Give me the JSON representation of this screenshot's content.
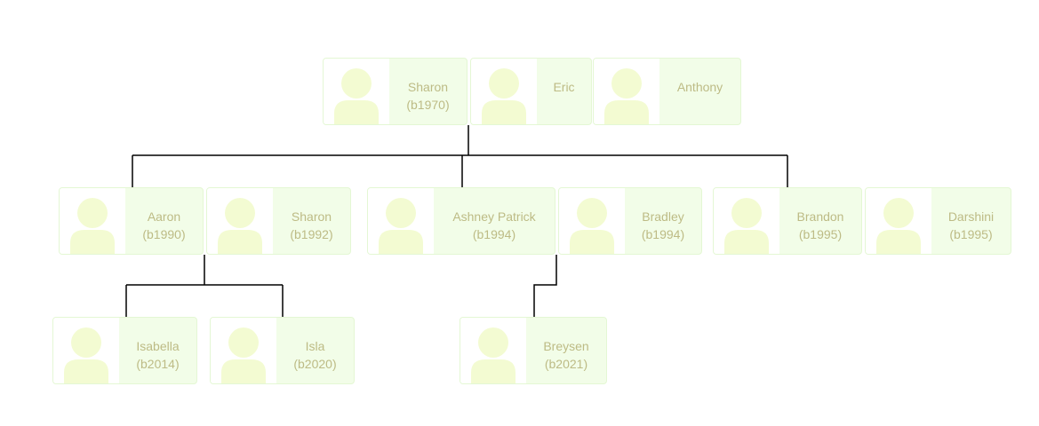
{
  "colors": {
    "card_fill": "#f2fde8",
    "card_border": "#e4f7d4",
    "avatar": "#f3fbd2",
    "text": "#bdbb85",
    "connector": "#000000"
  },
  "people": [
    {
      "id": "p1",
      "name": "Sharon",
      "birth": "(b1970)"
    },
    {
      "id": "p2",
      "name": "Eric",
      "birth": ""
    },
    {
      "id": "p3",
      "name": "Anthony",
      "birth": ""
    },
    {
      "id": "p4",
      "name": "Aaron",
      "birth": "(b1990)"
    },
    {
      "id": "p5",
      "name": "Sharon",
      "birth": "(b1992)"
    },
    {
      "id": "p6",
      "name": "Ashney Patrick",
      "birth": "(b1994)"
    },
    {
      "id": "p7",
      "name": "Bradley",
      "birth": "(b1994)"
    },
    {
      "id": "p8",
      "name": "Brandon",
      "birth": "(b1995)"
    },
    {
      "id": "p9",
      "name": "Darshini",
      "birth": "(b1995)"
    },
    {
      "id": "p10",
      "name": "Isabella",
      "birth": "(b2014)"
    },
    {
      "id": "p11",
      "name": "Isla",
      "birth": "(b2020)"
    },
    {
      "id": "p12",
      "name": "Breysen",
      "birth": "(b2021)"
    }
  ],
  "relations": [
    {
      "parents": [
        "p1"
      ],
      "children": [
        "p4",
        "p6",
        "p8"
      ]
    },
    {
      "parents": [
        "p4",
        "p5"
      ],
      "children": [
        "p10",
        "p11"
      ]
    },
    {
      "parents": [
        "p6",
        "p7"
      ],
      "children": [
        "p12"
      ]
    }
  ]
}
